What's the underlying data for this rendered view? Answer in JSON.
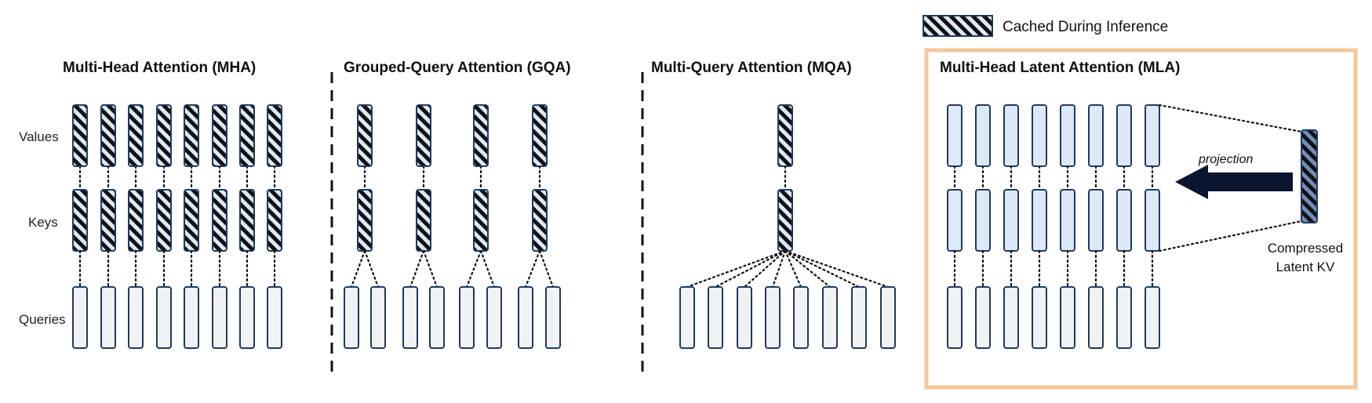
{
  "legend": {
    "label": "Cached During Inference"
  },
  "row_labels": {
    "values": "Values",
    "keys": "Keys",
    "queries": "Queries"
  },
  "panels": [
    {
      "id": "mha",
      "title": "Multi-Head Attention (MHA)",
      "underlined_letters": [
        "M",
        "H",
        "A"
      ],
      "kv_heads": 8,
      "query_heads": 8,
      "kv_cached": true
    },
    {
      "id": "gqa",
      "title": "Grouped-Query Attention (GQA)",
      "underlined_letters": [
        "G",
        "Q",
        "A"
      ],
      "kv_heads": 4,
      "query_heads": 8,
      "kv_cached": true
    },
    {
      "id": "mqa",
      "title": "Multi-Query Attention (MQA)",
      "underlined_letters": [
        "M",
        "Q",
        "A"
      ],
      "kv_heads": 1,
      "query_heads": 8,
      "kv_cached": true
    },
    {
      "id": "mla",
      "title": "Multi-Head Latent Attention (MLA)",
      "underlined_letters": [
        "M",
        "L",
        "A"
      ],
      "kv_heads": 8,
      "query_heads": 8,
      "kv_cached": false,
      "highlighted": true
    }
  ],
  "mla": {
    "arrow_label": "projection",
    "latent_label_line1": "Compressed",
    "latent_label_line2": "Latent KV"
  },
  "colors": {
    "head_fill": "#dde9f6",
    "head_stroke": "#1f3a5f",
    "query_fill": "#f1f2f4",
    "hatch": "#111111",
    "latent_fill": "#6f8fb8",
    "highlight_border": "#f3c79a",
    "arrow": "#0a1530"
  }
}
